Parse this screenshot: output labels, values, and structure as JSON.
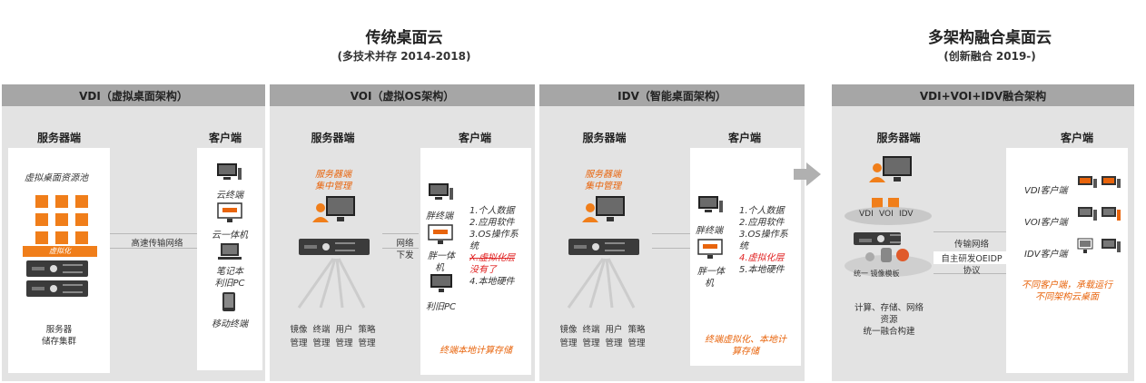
{
  "header": {
    "traditional_title": "传统桌面云",
    "traditional_sub": "(多技术并存 2014-2018)",
    "converged_title": "多架构融合桌面云",
    "converged_sub": "(创新融合 2019-)"
  },
  "colors": {
    "orange": "#e8640c",
    "panel_bg": "#e3e3e3",
    "panel_head": "#a6a6a6",
    "red": "#e02020"
  },
  "vdi": {
    "head": "VDI（虚拟桌面架构）",
    "server_title": "服务器端",
    "client_title": "客户端",
    "pool_label": "虚拟桌面资源池",
    "virtualize_label": "虚拟化",
    "server_bottom": [
      "服务器",
      "储存集群"
    ],
    "network": "高速传输网络",
    "clients": [
      "云终端",
      "云一体机",
      "笔记本",
      "利旧PC",
      "移动终端"
    ]
  },
  "voi": {
    "head": "VOI（虚拟OS架构）",
    "server_title": "服务器端",
    "client_title": "客户端",
    "mgmt": [
      "服务器端",
      "集中管理"
    ],
    "mgmt_items": [
      [
        "镜像",
        "管理"
      ],
      [
        "终端",
        "管理"
      ],
      [
        "用户",
        "管理"
      ],
      [
        "策略",
        "管理"
      ]
    ],
    "network": [
      "网络",
      "下发"
    ],
    "client_devices": [
      "胖终端",
      "胖一体",
      "机",
      "利旧PC"
    ],
    "client_features": [
      "1.个人数据",
      "2.应用软件",
      "3.OS操作系",
      "统",
      "X.虚拟化层",
      "没有了",
      "4.本地硬件"
    ],
    "footnote": "终端本地计算存储"
  },
  "idv": {
    "head": "IDV（智能桌面架构）",
    "server_title": "服务器端",
    "client_title": "客户端",
    "mgmt": [
      "服务器端",
      "集中管理"
    ],
    "mgmt_items": [
      [
        "镜像",
        "管理"
      ],
      [
        "终端",
        "管理"
      ],
      [
        "用户",
        "管理"
      ],
      [
        "策略",
        "管理"
      ]
    ],
    "client_devices": [
      "胖终端",
      "胖一体",
      "机"
    ],
    "client_features": [
      "1.个人数据",
      "2.应用软件",
      "3.OS操作系",
      "统",
      "4.虚拟化层",
      "5.本地硬件"
    ],
    "footnote": [
      "终端虚拟化、本地计",
      "算存储"
    ]
  },
  "converged": {
    "head": "VDI+VOI+IDV融合架构",
    "server_title": "服务器端",
    "client_title": "客户端",
    "ring_labels": [
      "VDI",
      "VOI",
      "IDV"
    ],
    "storage_label": "统一 镜像模板",
    "server_bottom": [
      "计算、存储、网络",
      "资源",
      "统一融合构建"
    ],
    "network": "传输网络",
    "protocol": [
      "自主研发OEIDP",
      "协议"
    ],
    "client_rows": [
      "VDI客户端",
      "VOI客户端",
      "IDV客户端"
    ],
    "client_note": [
      "不同客户端，承载运行",
      "不同架构云桌面"
    ]
  }
}
